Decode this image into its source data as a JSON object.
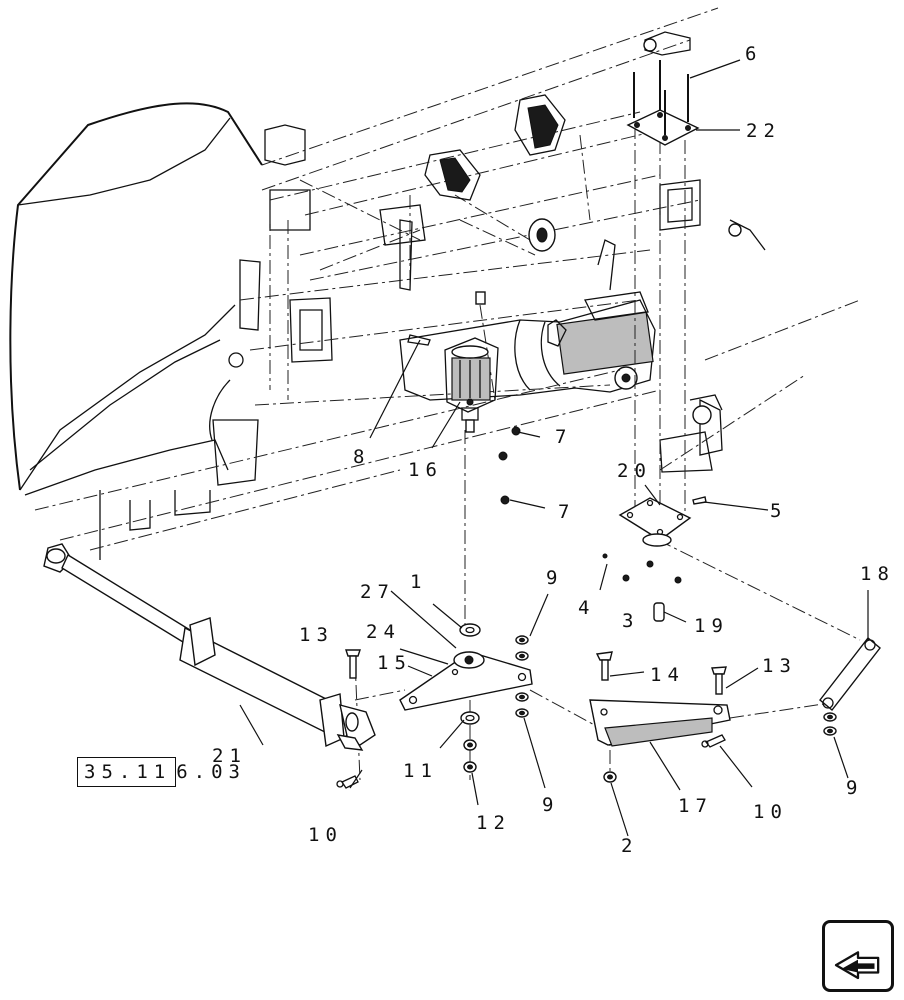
{
  "diagram": {
    "callouts": {
      "c1": "1",
      "c2": "2",
      "c3": "3",
      "c4": "4",
      "c5": "5",
      "c6": "6",
      "c7a": "7",
      "c7b": "7",
      "c8": "8",
      "c9a": "9",
      "c9b": "9",
      "c9c": "9",
      "c10a": "10",
      "c10b": "10",
      "c11": "11",
      "c12": "12",
      "c13a": "13",
      "c13b": "13",
      "c14": "14",
      "c15": "15",
      "c16": "16",
      "c17": "17",
      "c18": "18",
      "c19": "19",
      "c20": "20",
      "c21": "21",
      "c22": "22",
      "c24": "24",
      "c27": "27"
    },
    "reference": {
      "boxed": "35.11",
      "rest": "6.03"
    }
  },
  "navigation": {
    "icon": "back-arrow-icon"
  }
}
